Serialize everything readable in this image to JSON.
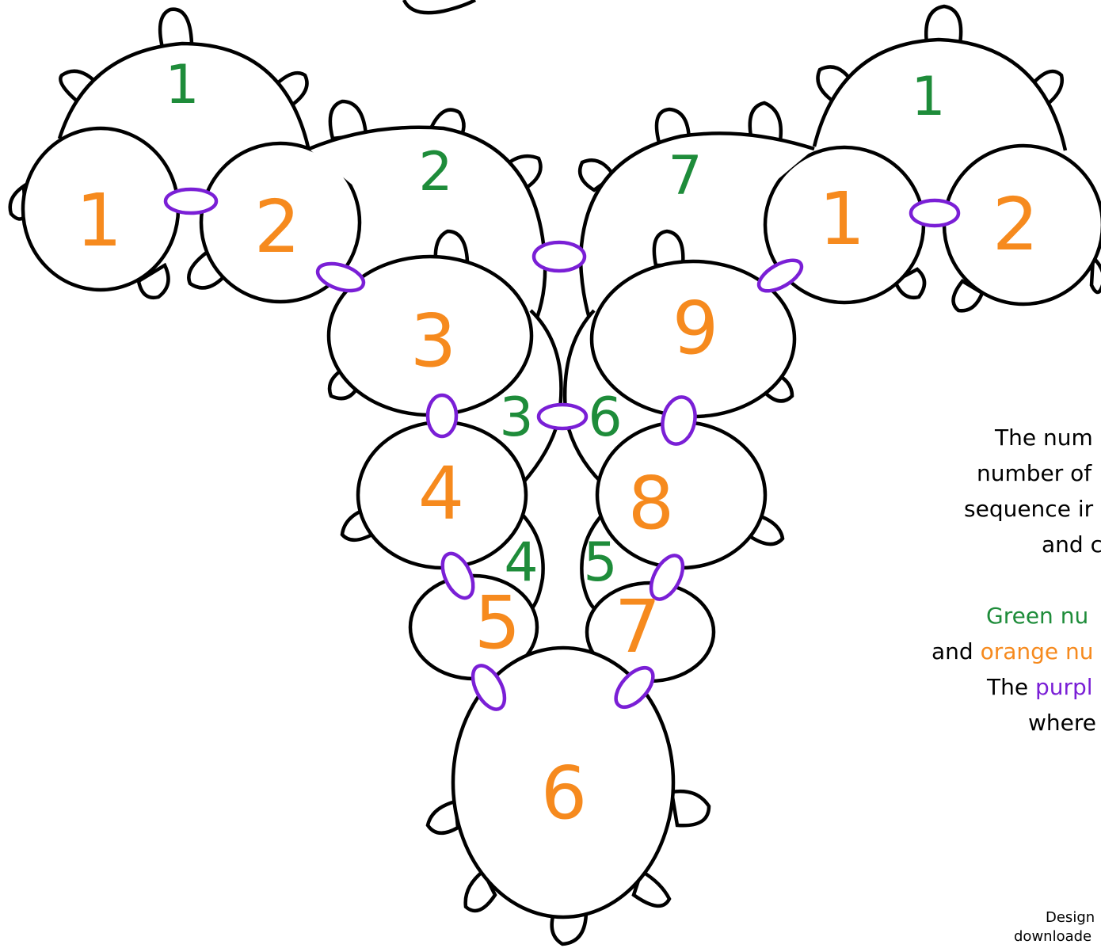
{
  "colors": {
    "green": "#1e8c3a",
    "orange": "#f68a1e",
    "purple": "#7a1fd6",
    "outline": "#000000"
  },
  "labels": {
    "left_chain_1": "1",
    "left_ring_1": "1",
    "left_ring_2": "2",
    "left_chain_2": "2",
    "right_chain_1": "1",
    "right_ring_1": "1",
    "right_ring_2": "2",
    "right_chain_7": "7",
    "ring_3": "3",
    "ring_4": "4",
    "ring_5": "5",
    "ring_6": "6",
    "ring_7": "7",
    "ring_8": "8",
    "ring_9": "9",
    "chain_3": "3",
    "chain_6": "6",
    "chain_4": "4",
    "chain_5": "5"
  },
  "legend": {
    "line1": "The num",
    "line2": "number of",
    "line3": "sequence ir",
    "line4": "and c",
    "green_word": "Green nu",
    "and_word": "and ",
    "orange_word": "orange nu",
    "the_word": "The ",
    "purple_word": "purpl",
    "line_where": "where"
  },
  "credit": {
    "line1": "Design",
    "line2": "downloade"
  }
}
